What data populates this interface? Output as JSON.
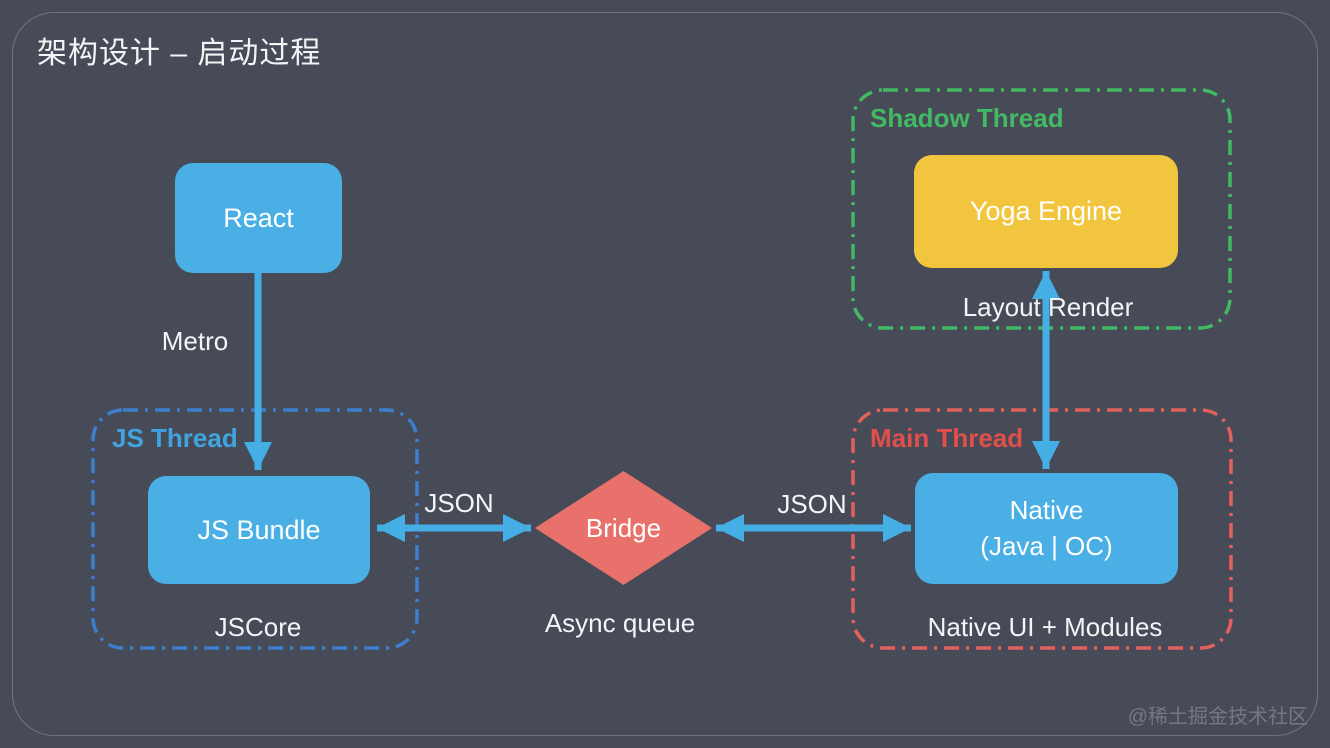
{
  "title": "架构设计 – 启动过程",
  "watermark": "@稀土掘金技术社区",
  "nodes": {
    "react": {
      "label": "React"
    },
    "js_bundle": {
      "label": "JS Bundle"
    },
    "bridge": {
      "label": "Bridge"
    },
    "native": {
      "label_line1": "Native",
      "label_line2": "(Java | OC)"
    },
    "yoga": {
      "label": "Yoga Engine"
    }
  },
  "groups": {
    "js_thread": {
      "label": "JS Thread",
      "caption": "JSCore"
    },
    "main_thread": {
      "label": "Main Thread",
      "caption": "Native UI + Modules"
    },
    "shadow_thread": {
      "label": "Shadow Thread",
      "caption": "Layout Render"
    }
  },
  "edges": {
    "metro": {
      "label": "Metro"
    },
    "json_left": {
      "label": "JSON"
    },
    "json_right": {
      "label": "JSON"
    },
    "async_queue": {
      "label": "Async queue"
    }
  },
  "colors": {
    "background": "#474B57",
    "node_blue": "#49AFE4",
    "node_yellow": "#F2C53E",
    "bridge_red": "#E8716B",
    "arrow_blue": "#45AEE4",
    "js_thread_border": "#3E7ECF",
    "js_thread_label": "#41A3DF",
    "main_thread_border": "#E2615E",
    "main_thread_label": "#E14E4B",
    "shadow_thread_border": "#43B964",
    "shadow_thread_label": "#43B964",
    "text_white": "#F2F4F6",
    "watermark_gray": "#7B808B"
  }
}
